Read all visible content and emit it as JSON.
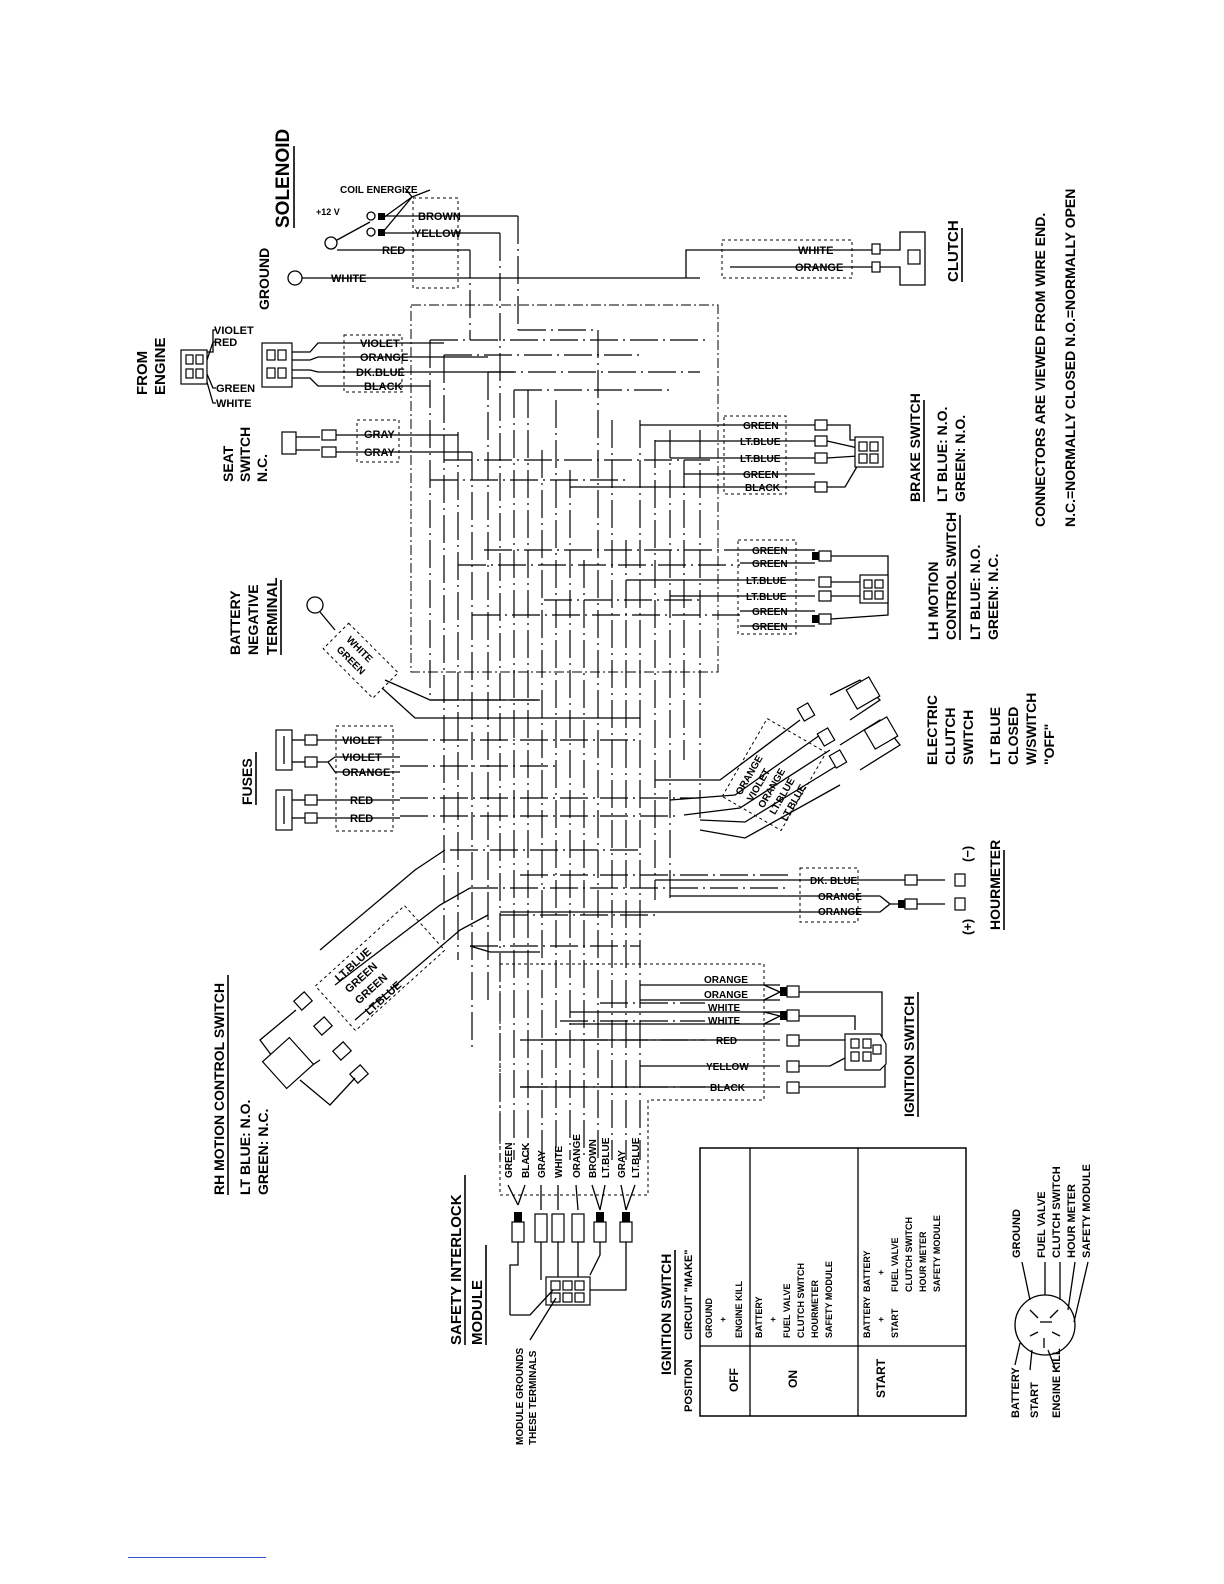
{
  "solenoid": {
    "title": "SOLENOID",
    "coil_label": "COIL ENERGIZE",
    "plus12": "+12 V",
    "ground_label": "GROUND",
    "wires": [
      "BROWN",
      "YELLOW",
      "RED",
      "WHITE"
    ]
  },
  "clutch": {
    "title": "CLUTCH",
    "wires": [
      "WHITE",
      "ORANGE"
    ]
  },
  "note": {
    "line1": "CONNECTORS ARE VIEWED FROM WIRE END.",
    "line2": "N.C.=NORMALLY CLOSED    N.O.=NORMALLY OPEN"
  },
  "from_engine": {
    "title1": "FROM",
    "title2": "ENGINE",
    "pins_top": [
      "VIOLET",
      "RED"
    ],
    "pins_bottom": [
      "GREEN",
      "WHITE"
    ],
    "wires": [
      "VIOLET",
      "ORANGE",
      "DK.BLUE",
      "BLACK"
    ]
  },
  "seat_switch": {
    "title1": "SEAT",
    "title2": "SWITCH",
    "title3": "N.C.",
    "wires": [
      "GRAY",
      "GRAY"
    ]
  },
  "brake_switch": {
    "title": "BRAKE SWITCH",
    "spec1": "LT BLUE: N.O.",
    "spec2": "GREEN: N.O.",
    "wires": [
      "GREEN",
      "LT.BLUE",
      "LT.BLUE",
      "GREEN",
      "BLACK"
    ]
  },
  "lh_motion": {
    "title1": "LH MOTION",
    "title2": "CONTROL SWITCH",
    "spec1": "LT BLUE: N.O.",
    "spec2": "GREEN: N.C.",
    "wires": [
      "GREEN",
      "GREEN",
      "LT.BLUE",
      "LT.BLUE",
      "GREEN",
      "GREEN"
    ]
  },
  "battery": {
    "title1": "BATTERY",
    "title2": "NEGATIVE",
    "title3": "TERMINAL",
    "wires": [
      "WHITE",
      "GREEN"
    ]
  },
  "electric_clutch": {
    "title1": "ELECTRIC",
    "title2": "CLUTCH",
    "title3": "SWITCH",
    "spec1": "LT BLUE",
    "spec2": "CLOSED",
    "spec3": "W/SWITCH",
    "spec4": "\"OFF\"",
    "wires": [
      "ORANGE",
      "VIOLET",
      "ORANGE",
      "LT.BLUE",
      "LT.BLUE"
    ]
  },
  "fuses": {
    "title": "FUSES",
    "wires": [
      "VIOLET",
      "VIOLET",
      "ORANGE",
      "RED",
      "RED"
    ]
  },
  "hourmeter": {
    "title": "HOURMETER",
    "plus": "(+)",
    "minus": "(−)",
    "wires": [
      "DK. BLUE",
      "ORANGE",
      "ORANGE"
    ]
  },
  "rh_motion": {
    "title": "RH MOTION CONTROL SWITCH",
    "spec1": "LT BLUE: N.O.",
    "spec2": "GREEN: N.C.",
    "wires": [
      "LT.BLUE",
      "GREEN",
      "GREEN",
      "LT.BLUE"
    ]
  },
  "ignition_switch": {
    "title": "IGNITION SWITCH",
    "wires": [
      "ORANGE",
      "ORANGE",
      "WHITE",
      "WHITE",
      "RED",
      "YELLOW",
      "BLACK"
    ]
  },
  "safety_module": {
    "title1": "SAFETY INTERLOCK",
    "title2": "MODULE",
    "grounds1": "MODULE GROUNDS",
    "grounds2": "THESE TERMINALS",
    "wires": [
      "GREEN",
      "BLACK",
      "GRAY",
      "WHITE",
      "ORANGE",
      "BROWN",
      "LT.BLUE",
      "GRAY",
      "LT.BLUE"
    ]
  },
  "ign_table": {
    "title": "IGNITION SWITCH",
    "col_position": "POSITION",
    "col_circuit": "CIRCUIT \"MAKE\"",
    "rows": [
      {
        "position": "OFF",
        "circuit": [
          "GROUND",
          "+",
          "ENGINE KILL"
        ]
      },
      {
        "position": "ON",
        "circuit": [
          "BATTERY",
          "+",
          "FUEL VALVE",
          "CLUTCH SWITCH",
          "HOURMETER",
          "SAFETY MODULE"
        ]
      },
      {
        "position": "START",
        "circuit_a": [
          "BATTERY",
          "+",
          "START"
        ],
        "circuit_b": [
          "BATTERY",
          "+",
          "FUEL VALVE",
          "CLUTCH SWITCH",
          "HOUR METER",
          "SAFETY MODULE"
        ]
      }
    ]
  },
  "ign_key": {
    "left": [
      "BATTERY",
      "START",
      "ENGINE KILL"
    ],
    "right": [
      "GROUND",
      "FUEL VALVE",
      "CLUTCH SWITCH",
      "HOUR METER",
      "SAFETY MODULE"
    ]
  }
}
